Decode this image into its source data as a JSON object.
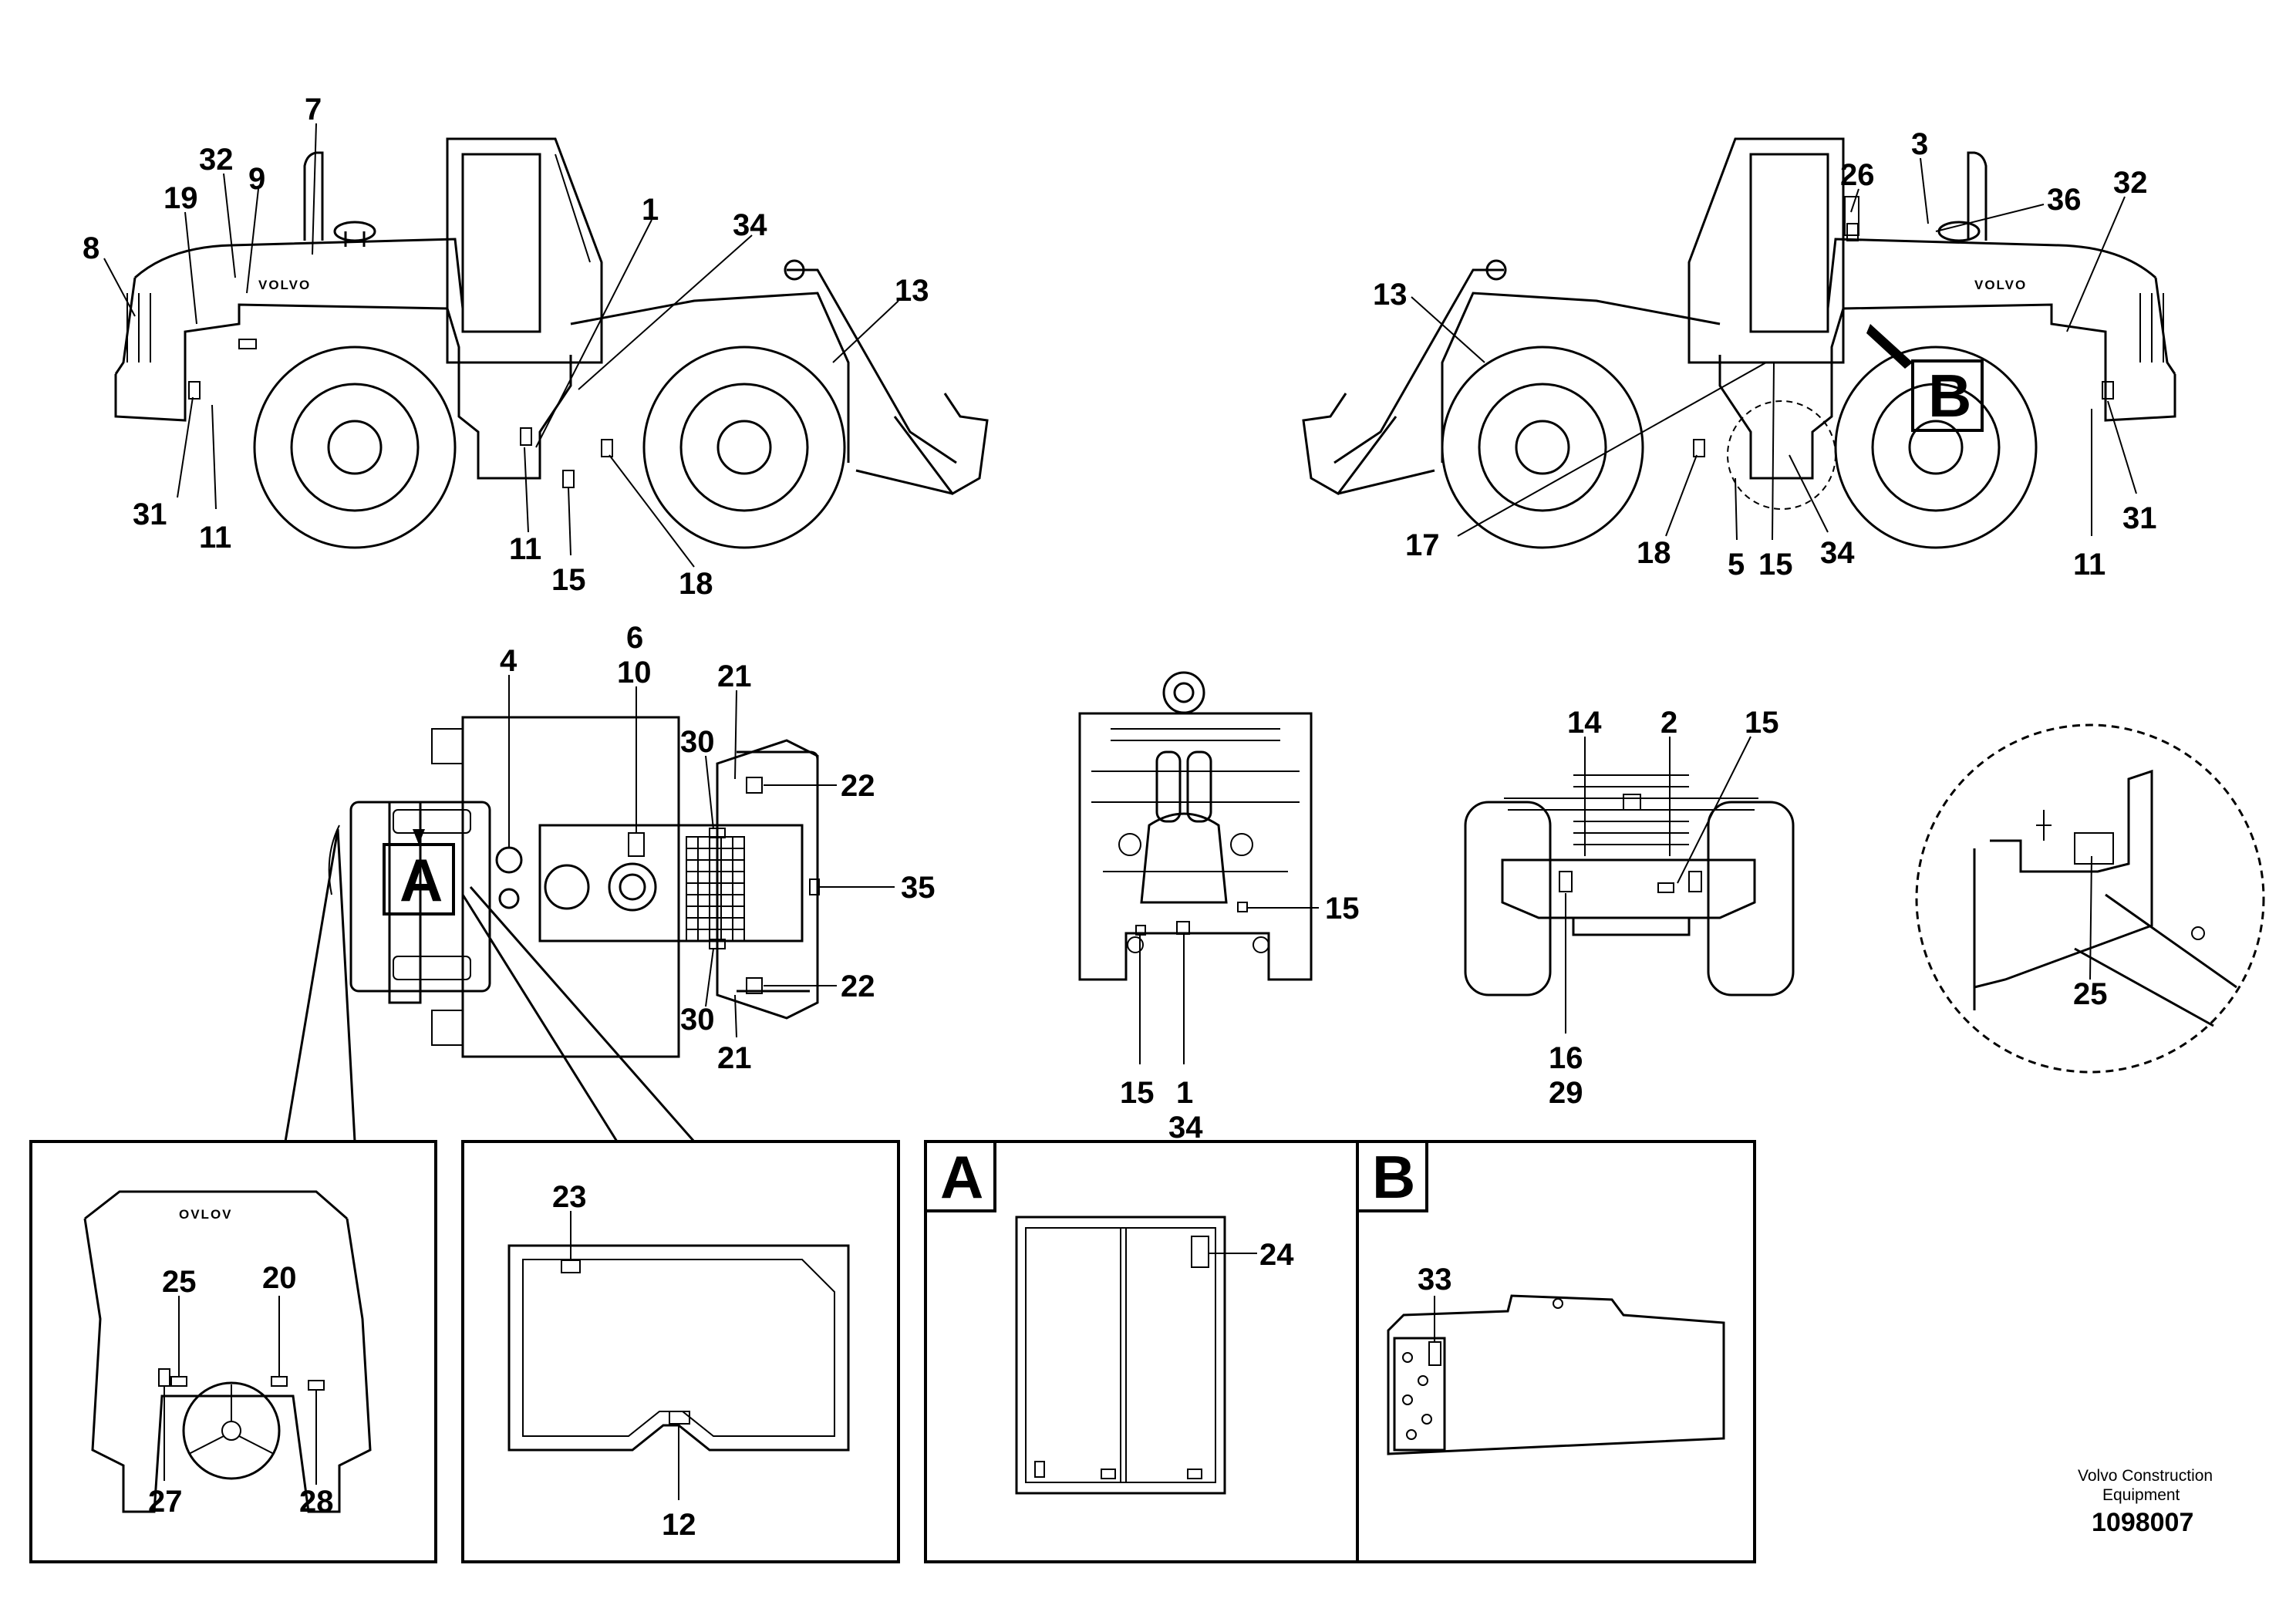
{
  "brand": {
    "logo_text": "VOLVO",
    "logo_text_mirrored": "OVLOV"
  },
  "credit": {
    "line1": "Volvo Construction",
    "line2": "Equipment",
    "document_number": "1098007"
  },
  "detail_labels": {
    "A": "A",
    "B": "B"
  },
  "callouts": {
    "left_view": [
      "7",
      "32",
      "9",
      "19",
      "8",
      "1",
      "34",
      "13",
      "31",
      "11",
      "11",
      "15",
      "18"
    ],
    "right_view": [
      "3",
      "26",
      "36",
      "32",
      "13",
      "B",
      "17",
      "18",
      "5",
      "15",
      "34",
      "11",
      "31"
    ],
    "top_view": [
      "4",
      "6",
      "10",
      "21",
      "30",
      "22",
      "35",
      "22",
      "30",
      "21",
      "A"
    ],
    "underside_view": [
      "15",
      "15",
      "1",
      "34"
    ],
    "rear_view": [
      "14",
      "2",
      "15",
      "16",
      "29"
    ],
    "circle_detail": [
      "25"
    ],
    "panel_dashboard": [
      "25",
      "20",
      "27",
      "28"
    ],
    "panel_windshield": [
      "23",
      "12"
    ],
    "panel_A_door": [
      "24"
    ],
    "panel_B_electrical": [
      "33"
    ]
  }
}
